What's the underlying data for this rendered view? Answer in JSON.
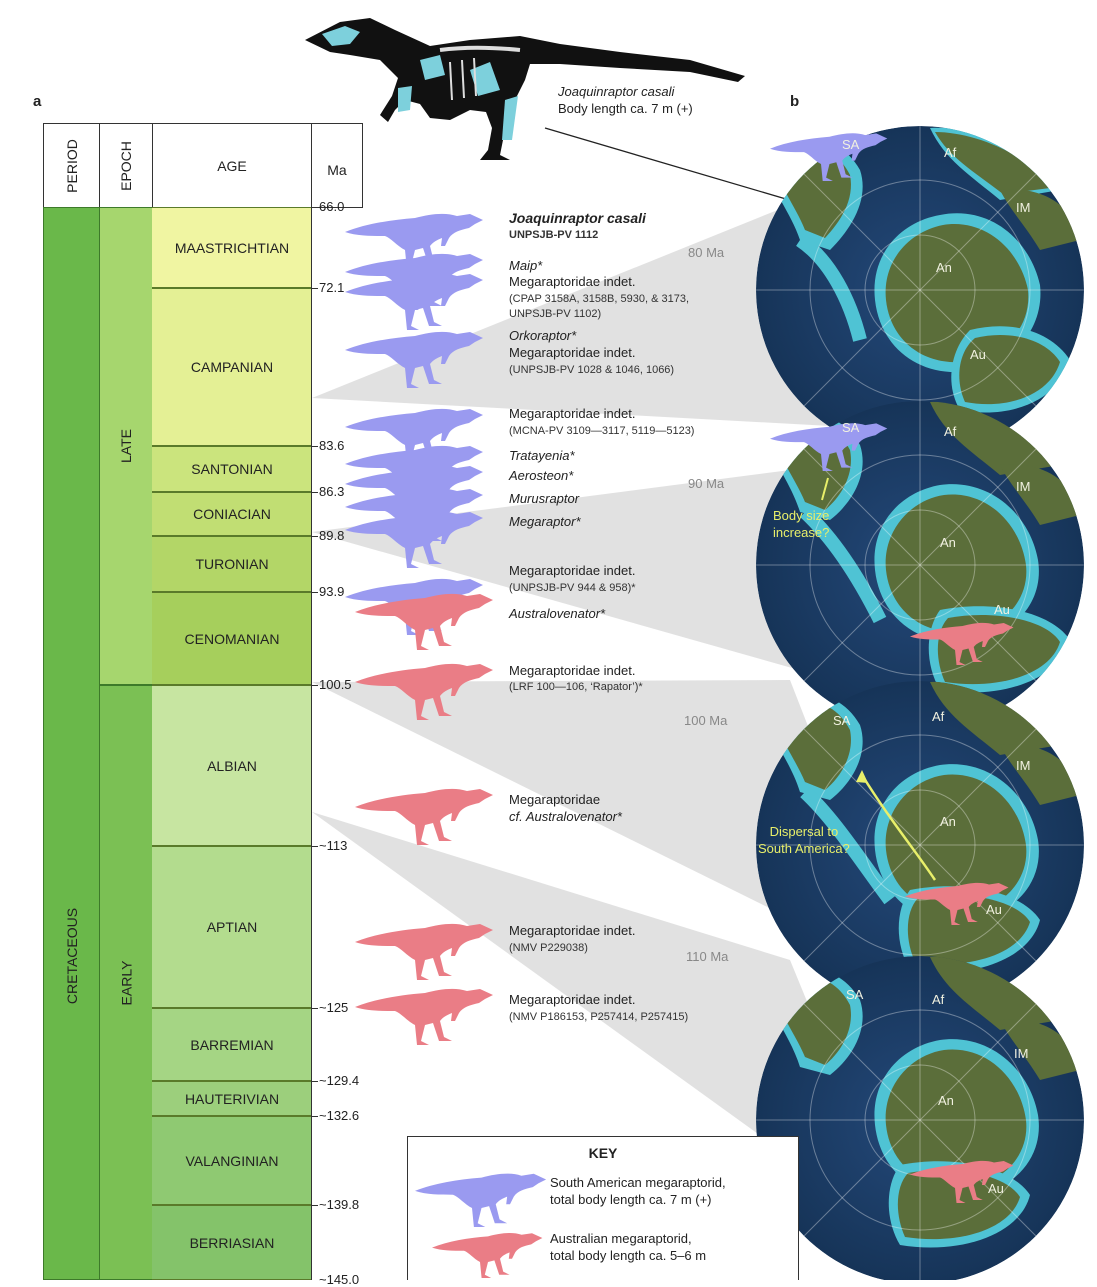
{
  "panels": {
    "a": "a",
    "b": "b"
  },
  "skeleton": {
    "name": "Joaquinraptor casali",
    "body_length": "Body length ca. 7 m (+)"
  },
  "headers": {
    "period": "PERIOD",
    "epoch": "EPOCH",
    "age": "AGE",
    "ma": "Ma"
  },
  "period": "CRETACEOUS",
  "epochs": {
    "late": "LATE",
    "early": "EARLY"
  },
  "ages": [
    "MAASTRICHTIAN",
    "CAMPANIAN",
    "SANTONIAN",
    "CONIACIAN",
    "TURONIAN",
    "CENOMANIAN",
    "ALBIAN",
    "APTIAN",
    "BARREMIAN",
    "HAUTERIVIAN",
    "VALANGINIAN",
    "BERRIASIAN"
  ],
  "ma_ticks": [
    "66.0",
    "72.1",
    "83.6",
    "86.3",
    "89.8",
    "93.9",
    "100.5",
    "~113",
    "~125",
    "~129.4",
    "~132.6",
    "~139.8",
    "~145.0"
  ],
  "specimens": {
    "joaquinraptor": {
      "name": "Joaquinraptor casali",
      "id": "UNPSJB-PV 1112"
    },
    "maip": {
      "name": "Maip*",
      "desc": "Megaraptoridae indet.",
      "ids1": "(CPAP 3158A, 3158B, 5930, & 3173,",
      "ids2": "UNPSJB-PV 1102)"
    },
    "orkoraptor": {
      "name": "Orkoraptor*",
      "desc": "Megaraptoridae indet.",
      "ids": "(UNPSJB-PV 1028 & 1046, 1066)"
    },
    "mcna": {
      "desc": "Megaraptoridae indet.",
      "ids": "(MCNA-PV 3109—3117, 5119—5123)"
    },
    "tratayenia": "Tratayenia*",
    "aerosteon": "Aerosteon*",
    "murusraptor": "Murusraptor",
    "megaraptor": "Megaraptor*",
    "unpsjb944": {
      "desc": "Megaraptoridae indet.",
      "ids": "(UNPSJB-PV 944 & 958)*"
    },
    "australovenator": "Australovenator*",
    "lrf": {
      "desc": "Megaraptoridae indet.",
      "ids": "(LRF 100—106, ‘Rapator’)*"
    },
    "cf": {
      "desc": "Megaraptoridae",
      "name": "cf. Australovenator*"
    },
    "nmv229": {
      "desc": "Megaraptoridae indet.",
      "ids": "(NMV P229038)"
    },
    "nmv186": {
      "desc": "Megaraptoridae indet.",
      "ids": "(NMV P186153, P257414, P257415)"
    }
  },
  "time_labels": [
    "80 Ma",
    "90 Ma",
    "100 Ma",
    "110 Ma"
  ],
  "globe_labels": {
    "sa": "SA",
    "af": "Af",
    "im": "IM",
    "an": "An",
    "au": "Au"
  },
  "annotations": {
    "body_size_1": "Body size",
    "body_size_2": "increase?",
    "dispersal_1": "Dispersal to",
    "dispersal_2": "South America?"
  },
  "key": {
    "title": "KEY",
    "sa_1": "South American megaraptorid,",
    "sa_2": "total body length ca. 7 m (+)",
    "au_1": "Australian megaraptorid,",
    "au_2": "total body length ca. 5–6 m"
  },
  "colors": {
    "south_american": "#9a9af0",
    "australian": "#ea7d86",
    "ocean": "#1d3f6e",
    "shelf": "#4fc3d4",
    "land": "#5b6e3a"
  }
}
